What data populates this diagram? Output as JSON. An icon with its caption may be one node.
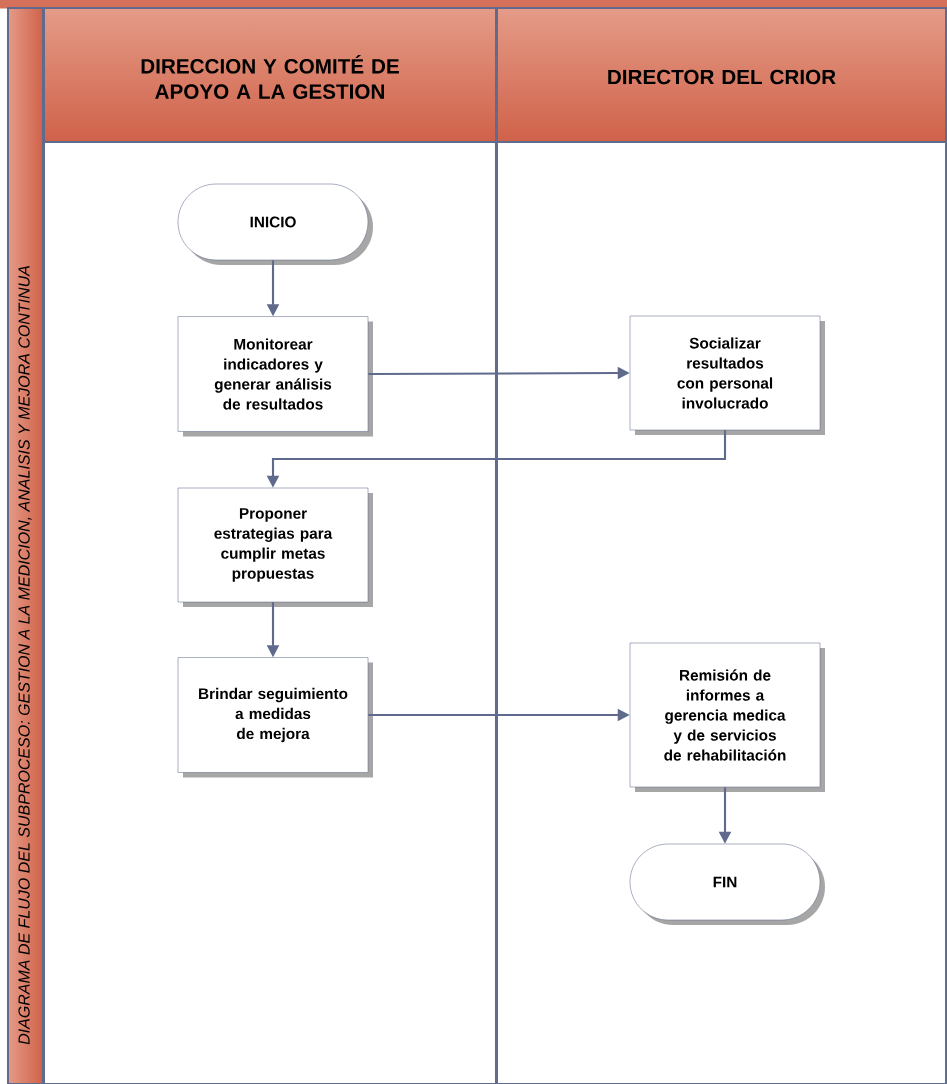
{
  "diagram": {
    "title": "DIAGRAMA DE FLUJO DEL SUBPROCESO: GESTION A LA MEDICION, ANALISIS Y MEJORA CONTINUA",
    "nodes": [
      {
        "text": [
          "DIRECCION Y COMITÉ DE APOYO A LA GESTION"
        ]
      },
      {
        "text": [
          "DIRECTOR DEL CRIOR"
        ]
      },
      {
        "text": [
          "INICIO"
        ],
        "in": 0
      },
      {
        "text": [
          "Monitorear indicadores y generar análisis de resultados"
        ],
        "in": 0
      },
      {
        "text": [
          "Socializar resultados con personal involucrado"
        ],
        "in": 1
      },
      {
        "text": [
          "Proponer estrategias para cumplir metas propuestas"
        ],
        "in": 0
      },
      {
        "text": [
          "Brindar seguimiento a medidas de mejora"
        ],
        "in": 0
      },
      {
        "text": [
          "Remisión de informes a gerencia medica y de servicios de rehabilitación"
        ],
        "in": 1
      },
      {
        "text": [
          "FIN"
        ],
        "in": 1
      }
    ],
    "edges": [
      {
        "from": 2,
        "to": 3,
        "arrow": "to"
      },
      {
        "from": 3,
        "to": 4,
        "arrow": "to"
      },
      {
        "from": 4,
        "to": 5,
        "arrow": "to"
      },
      {
        "from": 5,
        "to": 6,
        "arrow": "to"
      },
      {
        "from": 6,
        "to": 7,
        "arrow": "to"
      },
      {
        "from": 7,
        "to": 8,
        "arrow": "to"
      }
    ]
  }
}
